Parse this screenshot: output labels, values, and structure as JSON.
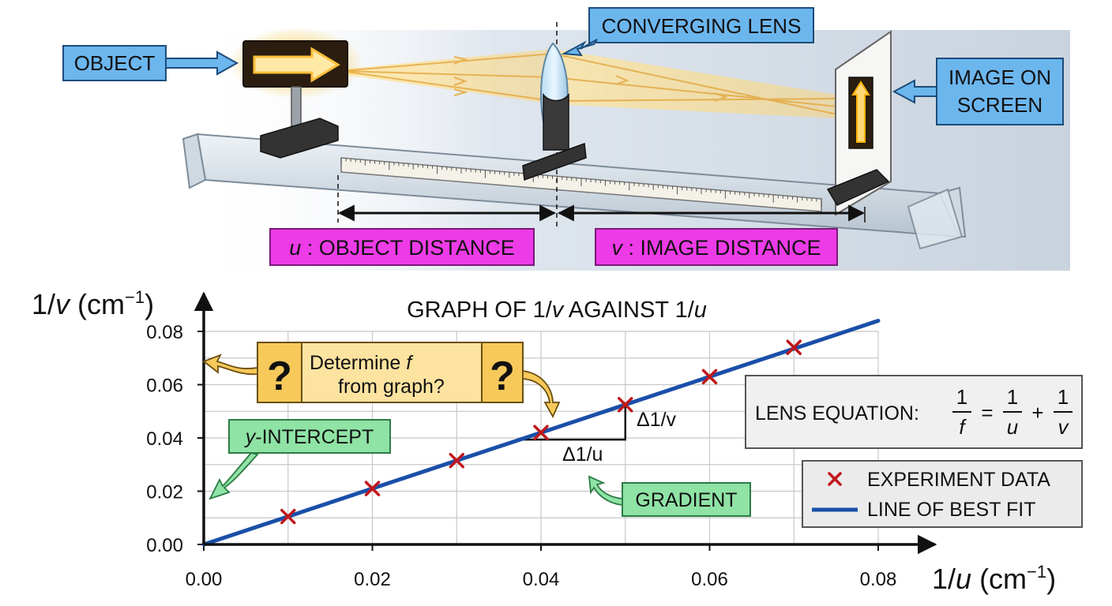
{
  "apparatus": {
    "object_label": "OBJECT",
    "lens_label": "CONVERGING LENS",
    "image_label_line1": "IMAGE ON",
    "image_label_line2": "SCREEN",
    "u_var": "u",
    "u_text": " : OBJECT DISTANCE",
    "v_var": "v",
    "v_text": " : IMAGE DISTANCE"
  },
  "callouts": {
    "question_mark": "?",
    "determine_line1": "Determine ",
    "determine_f": "f",
    "determine_line2": "from graph?",
    "y_intercept_var": "y",
    "y_intercept_text": "-INTERCEPT",
    "gradient": "GRADIENT",
    "delta_v": "Δ1/v",
    "delta_u": "Δ1/u"
  },
  "equation": {
    "prefix": "LENS EQUATION:",
    "lhs_num": "1",
    "lhs_den": "f",
    "eq": "=",
    "t1_num": "1",
    "t1_den": "u",
    "plus": "+",
    "t2_num": "1",
    "t2_den": "v"
  },
  "colors": {
    "callout_blue": "#6cb6ee",
    "callout_magenta": "#ee3be8",
    "callout_green": "#8fe3a5",
    "callout_yellow": "#f7c95a",
    "fit_line": "#1a4fa8",
    "data_marker": "#c0171b"
  },
  "chart_data": {
    "type": "scatter",
    "title": "GRAPH OF 1/v AGAINST 1/u",
    "title_prefix": "GRAPH OF 1/",
    "title_v": "v",
    "title_mid": " AGAINST 1/",
    "title_u": "u",
    "xlabel": "1/u (cm⁻¹)",
    "xlabel_prefix": "1/",
    "xlabel_var": "u",
    "xlabel_unit": " (cm",
    "xlabel_exp": "−1",
    "xlabel_close": ")",
    "ylabel": "1/v (cm⁻¹)",
    "ylabel_prefix": "1/",
    "ylabel_var": "v",
    "ylabel_unit": " (cm",
    "ylabel_exp": "−1",
    "ylabel_close": ")",
    "xlim": [
      0,
      0.08
    ],
    "ylim": [
      0,
      0.08
    ],
    "x_ticks": [
      "0.00",
      "0.02",
      "0.04",
      "0.06",
      "0.08"
    ],
    "y_ticks": [
      "0.00",
      "0.02",
      "0.04",
      "0.06",
      "0.08"
    ],
    "grid": true,
    "legend_position": "bottom-right",
    "series": [
      {
        "name": "EXPERIMENT DATA",
        "marker": "x",
        "x": [
          0.01,
          0.02,
          0.03,
          0.04,
          0.05,
          0.06,
          0.07
        ],
        "y": [
          0.0105,
          0.021,
          0.0315,
          0.042,
          0.0525,
          0.063,
          0.074
        ]
      },
      {
        "name": "LINE OF BEST FIT",
        "type": "line",
        "x": [
          0,
          0.08
        ],
        "y": [
          0,
          0.084
        ]
      }
    ]
  }
}
